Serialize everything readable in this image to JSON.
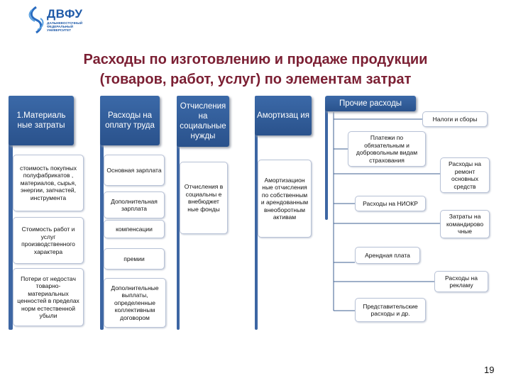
{
  "logo": {
    "name": "ДВФУ",
    "subtitle": "ДАЛЬНЕВОСТОЧНЫЙ ФЕДЕРАЛЬНЫЙ УНИВЕРСИТЕТ"
  },
  "title": {
    "line1": "Расходы по изготовлению и продаже продукции",
    "line2": "(товаров, работ, услуг) по элементам затрат"
  },
  "columns": [
    {
      "header": "1.Материаль ные затраты",
      "items": [
        "стоимость покупных полуфабрикатов , материалов, сырья, энергии, запчастей, инструмента",
        "Стоимость работ и услуг производственного характера",
        "Потери от недостач товарно-материальных ценностей в пределах норм естественной убыли"
      ]
    },
    {
      "header": "Расходы на оплату труда",
      "items": [
        "Основная зарплата",
        "Дополнительная зарплата",
        "компенсации",
        "премии",
        "Дополнительные выплаты, определенные коллективным договором"
      ]
    },
    {
      "header": "Отчисления на социальные нужды",
      "items": [
        "Отчисления в социальны е внебюджет ные фонды"
      ]
    },
    {
      "header": "Амортизац ия",
      "items": [
        "Амортизацион ные отчисления по собственным и арендованным внеоборотным активам"
      ]
    },
    {
      "header": "Прочие расходы",
      "items": [
        "Налоги и сборы",
        "Платежи по обязательным и добровольным видам страхования",
        "Расходы на ремонт основных средств",
        "Расходы на НИОКР",
        "Затраты на командирово чные",
        "Арендная плата",
        "Расходы на рекламу",
        "Представительские расходы и др."
      ]
    }
  ],
  "page_number": "19",
  "colors": {
    "title": "#7b1f33",
    "header_fill": "#2f5b99",
    "connector": "#3d5f92"
  }
}
